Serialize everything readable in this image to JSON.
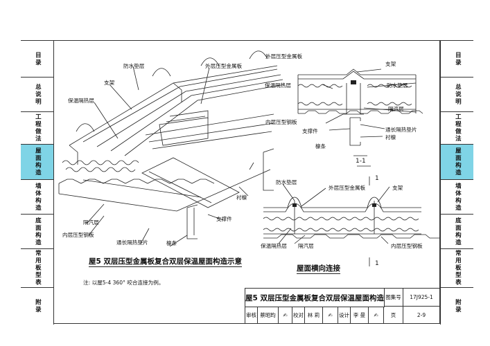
{
  "left_tabs": [
    "目录",
    "总说明",
    "工程做法",
    "屋面构造",
    "墙体构造",
    "底面构造",
    "常用板型表",
    "附录"
  ],
  "right_tabs": [
    "目录",
    "总说明",
    "工程做法",
    "屋面构造",
    "墙体构造",
    "底面构造",
    "常用板型表",
    "附录"
  ],
  "active_tab": "屋面构造",
  "iso_labels": {
    "waterproof": "防水垫层",
    "outer_panel": "外层压型金属板",
    "bracket": "支架",
    "insulation": "保温隔热层",
    "purlin_top": "衬檩",
    "support": "支撑件",
    "vapor": "隔汽层",
    "inner_panel": "内层压型钢板",
    "pad": "通长隔热垫片",
    "purlin": "檩条"
  },
  "section_labels": {
    "outer_panel": "外层压型金属板",
    "bracket": "支架",
    "insulation": "保温隔热层",
    "waterproof": "防水垫层",
    "inner_panel": "内层压型钢板",
    "vapor": "隔汽层",
    "support": "支撑件",
    "pad": "通长隔热垫片",
    "purlin_top": "衬檩",
    "purlin": "檩条",
    "section_mark": "1-1"
  },
  "cross_labels": {
    "waterproof": "防水垫层",
    "outer_panel": "外层压型金属板",
    "bracket": "支架",
    "insulation": "保温隔热层",
    "vapor": "隔汽层",
    "inner_panel": "内层压型钢板",
    "section_num_top": "1",
    "section_num_bottom": "1"
  },
  "captions": {
    "iso": "屋5 双层压型金属板复合双层保温屋面构造示意",
    "cross": "屋面横向连接"
  },
  "note": "注: 以屋5-4 360° 咬合连接为例。",
  "title_block": {
    "title": "屋5 双层压型金属板复合双层保温屋面构造",
    "atlas_label": "图集号",
    "atlas_no": "17J925-1",
    "review_label": "审核",
    "reviewer": "蔡昭昀",
    "check_label": "校对",
    "checker": "林 莉",
    "design_label": "设计",
    "designer": "李 曼",
    "page_label": "页",
    "page_no": "2-9"
  }
}
